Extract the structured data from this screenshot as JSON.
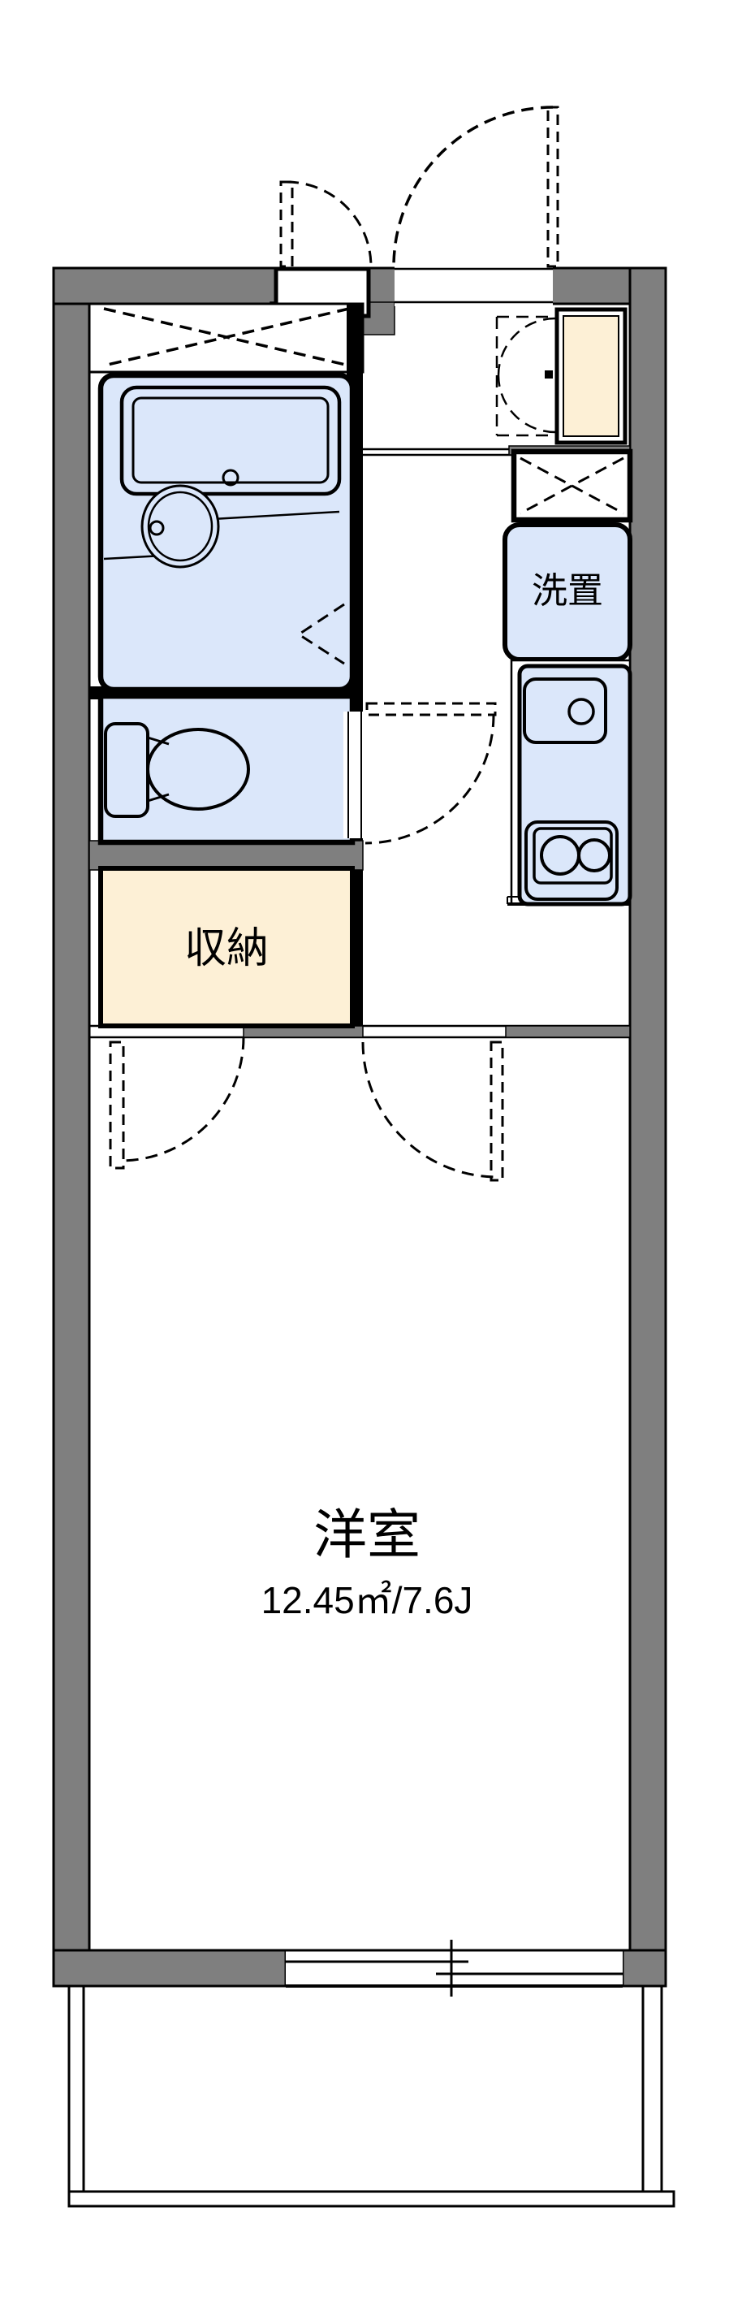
{
  "colors": {
    "wall": "#7f7f7f",
    "line": "#000000",
    "fixture_fill": "#dbe7fa",
    "storage_fill": "#fdf0d6",
    "background": "#ffffff"
  },
  "floor_plan": {
    "labels": {
      "washer_area": "洗置",
      "storage": "収納",
      "main_room": "洋室",
      "main_room_area": "12.45㎡/7.6J"
    },
    "features": [
      "entrance-door",
      "meter-box",
      "meter-box-door",
      "shoe-cabinet",
      "shoe-cabinet-doors",
      "upper-cabinet",
      "washer-area",
      "kitchen-unit",
      "kitchen-sink",
      "kitchen-stove",
      "bathroom",
      "bathtub",
      "vanity-basin",
      "bathroom-folding-door",
      "vent-strip",
      "toilet-room",
      "toilet",
      "toilet-door",
      "storage-closet",
      "closet-door",
      "room-door",
      "main-room",
      "window-sliding",
      "balcony"
    ]
  }
}
